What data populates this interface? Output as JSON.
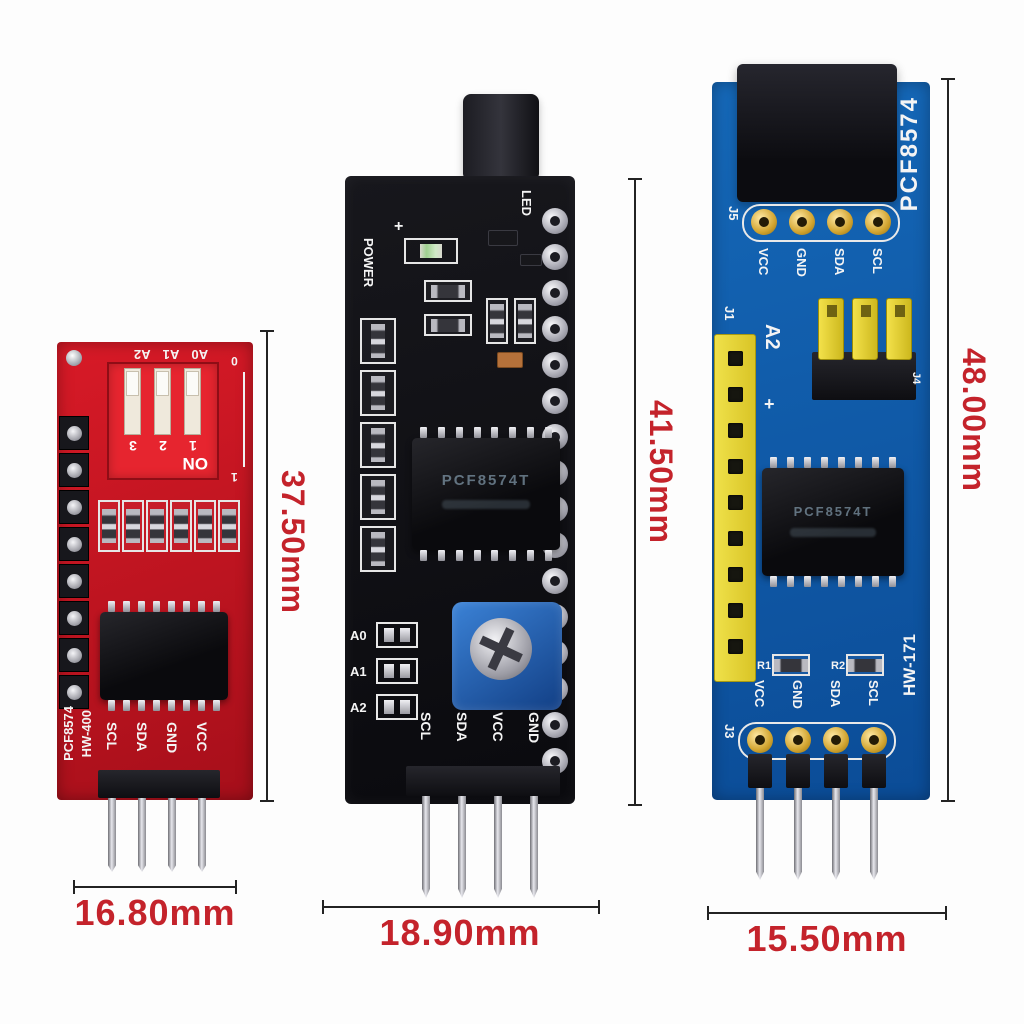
{
  "dim_color": "#c4232b",
  "left_module": {
    "top_labels": "A0 A1 A2",
    "dip": {
      "on_label": "ON",
      "numbers": [
        "1",
        "2",
        "3"
      ]
    },
    "side_marks": {
      "zero": "0",
      "one": "1"
    },
    "silk_chip": "PCF8574",
    "silk_model": "HW-400",
    "pin_labels": [
      "SCL",
      "SDA",
      "GND",
      "VCC"
    ],
    "dim_height": "37.50mm",
    "dim_width": "16.80mm"
  },
  "middle_module": {
    "plus_label": "+",
    "power_label": "POWER",
    "led_label": "LED",
    "chip_marking": "PCF8574T",
    "addr_labels": [
      "A0",
      "A1",
      "A2"
    ],
    "pin_labels": [
      "SCL",
      "SDA",
      "VCC",
      "GND"
    ],
    "dim_height": "41.50mm",
    "dim_width": "18.90mm"
  },
  "right_module": {
    "j5_label": "J5",
    "silk_chip": "PCF8574",
    "top_pin_labels": [
      "VCC",
      "GND",
      "SDA",
      "SCL"
    ],
    "j1_label": "J1",
    "a2_label": "A2",
    "plus_label": "+",
    "j4_label": "J4",
    "chip_marking": "PCF8574T",
    "r1_label": "R1",
    "r2_label": "R2",
    "j3_label": "J3",
    "bottom_pin_labels": [
      "VCC",
      "GND",
      "SDA",
      "SCL"
    ],
    "silk_model": "HW-171",
    "dim_height": "48.00mm",
    "dim_width": "15.50mm"
  }
}
